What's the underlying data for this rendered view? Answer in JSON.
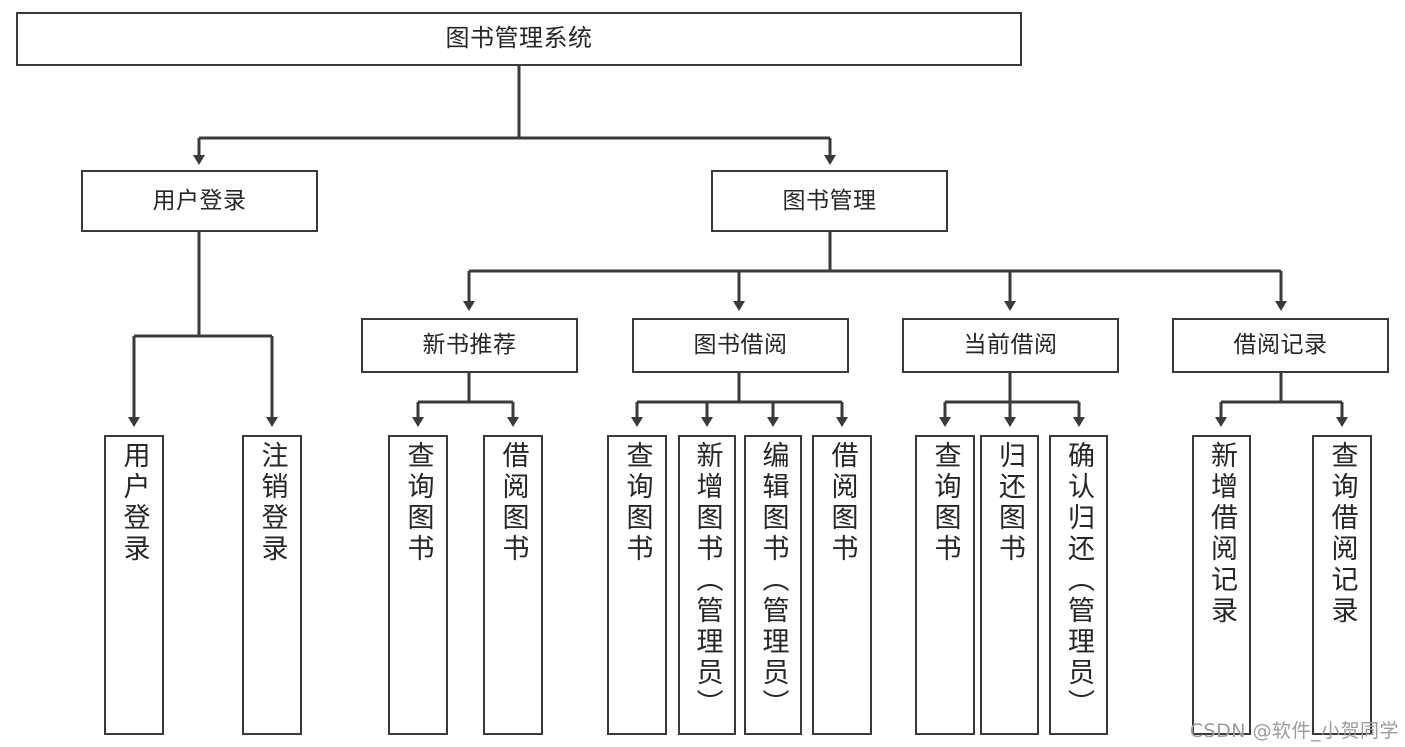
{
  "diagram": {
    "type": "tree",
    "title": "图书管理系统",
    "root": {
      "id": "root",
      "label": "图书管理系统"
    },
    "level1": [
      {
        "id": "user-login",
        "label": "用户登录"
      },
      {
        "id": "book-manage",
        "label": "图书管理"
      }
    ],
    "level2": [
      {
        "id": "new-book-recommend",
        "label": "新书推荐",
        "parent": "book-manage"
      },
      {
        "id": "book-borrow",
        "label": "图书借阅",
        "parent": "book-manage"
      },
      {
        "id": "current-borrow",
        "label": "当前借阅",
        "parent": "book-manage"
      },
      {
        "id": "borrow-record",
        "label": "借阅记录",
        "parent": "book-manage"
      }
    ],
    "leaves": [
      {
        "id": "leaf-user-login",
        "label": "用户登录",
        "parent": "user-login"
      },
      {
        "id": "leaf-user-logout",
        "label": "注销登录",
        "parent": "user-login"
      },
      {
        "id": "leaf-query-book-1",
        "label": "查询图书",
        "parent": "new-book-recommend"
      },
      {
        "id": "leaf-borrow-book-1",
        "label": "借阅图书",
        "parent": "new-book-recommend"
      },
      {
        "id": "leaf-query-book-2",
        "label": "查询图书",
        "parent": "book-borrow"
      },
      {
        "id": "leaf-add-book",
        "label": "新增图书（管理员）",
        "parent": "book-borrow"
      },
      {
        "id": "leaf-edit-book",
        "label": "编辑图书（管理员）",
        "parent": "book-borrow"
      },
      {
        "id": "leaf-borrow-book-2",
        "label": "借阅图书",
        "parent": "book-borrow"
      },
      {
        "id": "leaf-query-book-3",
        "label": "查询图书",
        "parent": "current-borrow"
      },
      {
        "id": "leaf-return-book",
        "label": "归还图书",
        "parent": "current-borrow"
      },
      {
        "id": "leaf-confirm-return",
        "label": "确认归还（管理员）",
        "parent": "current-borrow"
      },
      {
        "id": "leaf-add-record",
        "label": "新增借阅记录",
        "parent": "borrow-record"
      },
      {
        "id": "leaf-query-record",
        "label": "查询借阅记录",
        "parent": "borrow-record"
      }
    ]
  },
  "watermark": {
    "text": "CSDN @软件_小贺同学"
  },
  "colors": {
    "box_border": "#3a3a3a",
    "box_fill": "#ffffff",
    "text": "#262626",
    "connector": "#3a3a3a",
    "watermark": "#9c9c9c",
    "background": "#ffffff"
  }
}
